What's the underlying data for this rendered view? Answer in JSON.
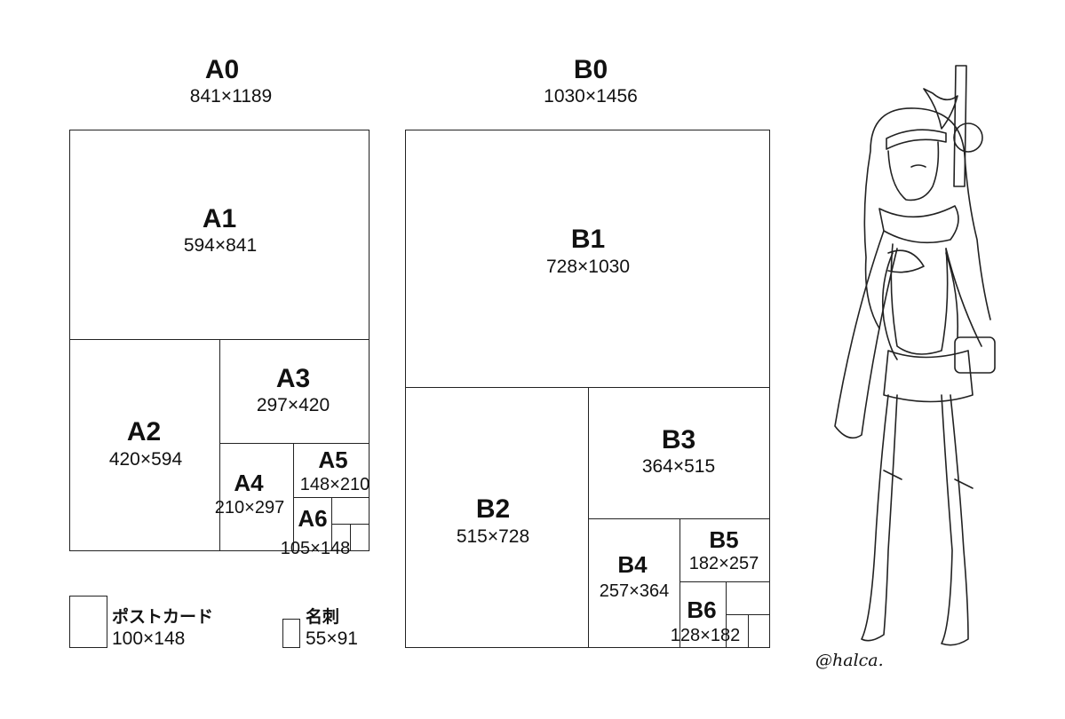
{
  "a_series": {
    "a0": {
      "name": "A0",
      "size": "841×1189"
    },
    "a1": {
      "name": "A1",
      "size": "594×841"
    },
    "a2": {
      "name": "A2",
      "size": "420×594"
    },
    "a3": {
      "name": "A3",
      "size": "297×420"
    },
    "a4": {
      "name": "A4",
      "size": "210×297"
    },
    "a5": {
      "name": "A5",
      "size": "148×210"
    },
    "a6": {
      "name": "A6",
      "size": "105×148"
    }
  },
  "b_series": {
    "b0": {
      "name": "B0",
      "size": "1030×1456"
    },
    "b1": {
      "name": "B1",
      "size": "728×1030"
    },
    "b2": {
      "name": "B2",
      "size": "515×728"
    },
    "b3": {
      "name": "B3",
      "size": "364×515"
    },
    "b4": {
      "name": "B4",
      "size": "257×364"
    },
    "b5": {
      "name": "B5",
      "size": "182×257"
    },
    "b6": {
      "name": "B6",
      "size": "128×182"
    }
  },
  "extras": {
    "postcard": {
      "name": "ポストカード",
      "size": "100×148"
    },
    "business_card": {
      "name": "名刺",
      "size": "55×91"
    }
  },
  "signature": "@halca."
}
